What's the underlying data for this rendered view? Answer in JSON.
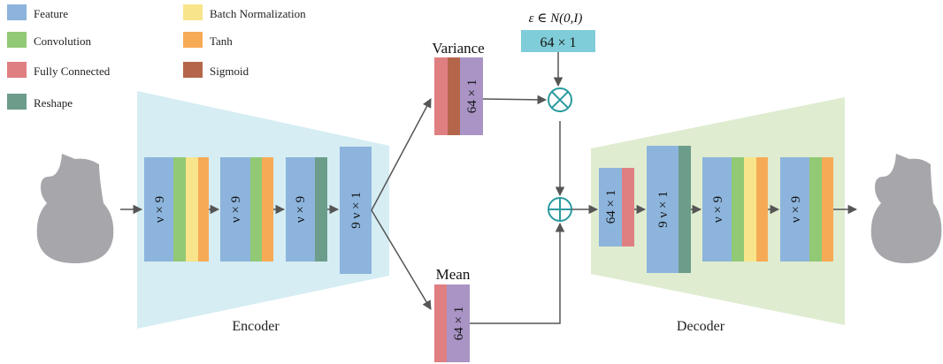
{
  "legend": [
    {
      "id": "feature",
      "label": "Feature",
      "color": "#8cb4dc"
    },
    {
      "id": "convolution",
      "label": "Convolution",
      "color": "#92c975"
    },
    {
      "id": "fully-connected",
      "label": "Fully Connected",
      "color": "#e07f82"
    },
    {
      "id": "reshape",
      "label": "Reshape",
      "color": "#6c9d8a"
    },
    {
      "id": "batch-normalization",
      "label": "Batch Normalization",
      "color": "#f8e48a"
    },
    {
      "id": "tanh",
      "label": "Tanh",
      "color": "#f7aa55"
    },
    {
      "id": "sigmoid",
      "label": "Sigmoid",
      "color": "#b5664a"
    }
  ],
  "colors": {
    "encoder_region": "#d5edf3",
    "decoder_region": "#dfecd0",
    "mean_var_feature": "#a994c5",
    "epsilon_box": "#7fcdd8",
    "operator": "#2a9aa0",
    "silhouette": "#a7a6ab",
    "arrow": "#555555"
  },
  "encoder": {
    "label": "Encoder",
    "blocks": [
      {
        "label": "ν × 9"
      },
      {
        "label": "ν × 9"
      },
      {
        "label": "ν × 9"
      },
      {
        "label": "9 ν × 1"
      }
    ]
  },
  "decoder": {
    "label": "Decoder",
    "blocks": [
      {
        "label": "64 × 1"
      },
      {
        "label": "9 ν × 1"
      },
      {
        "label": "ν × 9"
      },
      {
        "label": "ν × 9"
      }
    ]
  },
  "variance": {
    "title": "Variance",
    "label": "64 × 1"
  },
  "mean": {
    "title": "Mean",
    "label": "64 × 1"
  },
  "epsilon": {
    "formula": "ε ∈ N(0,I)",
    "label": "64 × 1"
  },
  "operators": {
    "multiply": "⊗",
    "add": "⊕"
  },
  "icons": {
    "input": "guitar-silhouette-icon",
    "output": "guitar-silhouette-icon"
  }
}
